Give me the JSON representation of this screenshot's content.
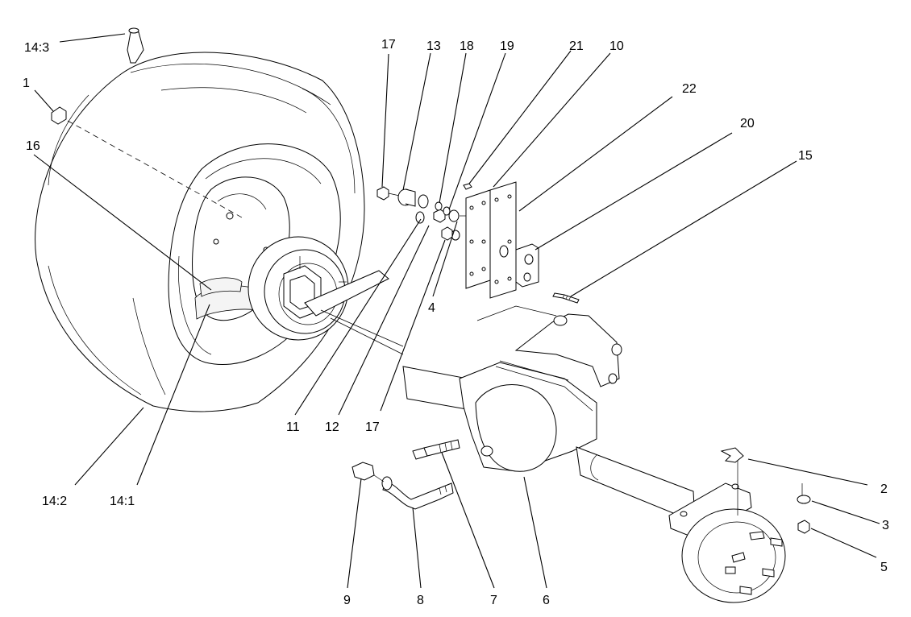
{
  "labels": {
    "l1": "1",
    "l2": "2",
    "l3": "3",
    "l4": "4",
    "l5": "5",
    "l6": "6",
    "l7": "7",
    "l8": "8",
    "l9": "9",
    "l10": "10",
    "l11": "11",
    "l12": "12",
    "l13": "13",
    "l14_1": "14:1",
    "l14_2": "14:2",
    "l14_3": "14:3",
    "l15": "15",
    "l16": "16",
    "l17a": "17",
    "l17b": "17",
    "l18": "18",
    "l19": "19",
    "l20": "20",
    "l21": "21",
    "l22": "22"
  }
}
